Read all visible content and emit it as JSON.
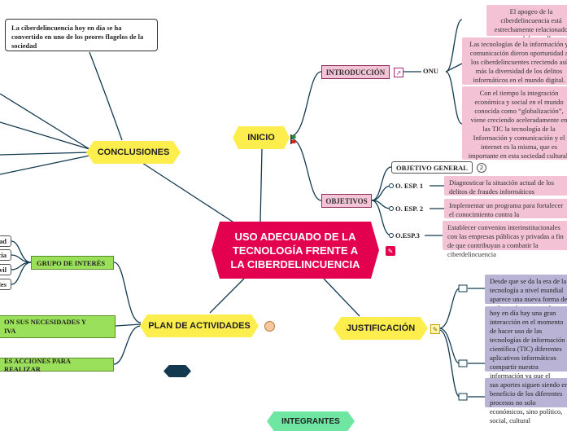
{
  "center": {
    "title": "USO ADECUADO DE LA TECNOLOGÍA FRENTE A LA CIBERDELINCUENCIA"
  },
  "inicio": {
    "title": "INICIO",
    "introduccion": {
      "label": "INTRODUCCIÓN",
      "onu": "ONU",
      "notes": [
        "El apogeo de la ciberdelincuencia está estrechamente relacionado con el desarrollo tecnológico informático",
        "Las tecnologías de la información y comunicación dieron oportunidad a los ciberdelincuentes creciendo así más la diversidad de los delitos informáticos en el mundo digital.",
        "Con el tiempo la integración económica y social en el mundo conocida como “globalización”, viene creciendo aceleradamente en las TIC la tecnología de la Información y comunicación y el internet es la misma, que es importante en esta sociedad cultural."
      ]
    },
    "objetivos": {
      "label": "OBJETIVOS",
      "general": "OBJETIVO GENERAL",
      "general_badge": "2",
      "items": [
        {
          "label": "O. ESP. 1",
          "text": "Diagnosticar la situación actual de los delitos de fraudes informáticos"
        },
        {
          "label": "O. ESP. 2",
          "text": "Implementar un programa para fortalecer el conocimiento contra la ciberdelincuencia"
        },
        {
          "label": "O.ESP.3",
          "text": "Establecer convenios interinstitucionales con las empresas públicas y privadas a fin de que contribuyan a combatir la ciberdelincuencia"
        }
      ]
    }
  },
  "justificacion": {
    "title": "JUSTIFICACIÓN",
    "notes": [
      "Desde que se da la era de la tecnología a nivel mundial aparece una nueva forma de y el mundo, como es la utilización",
      "hoy en día hay una gran interacción en el momento de hacer uso de las tecnologías de información científica (TIC) diferentes aplicativos   informáticos compartir nuestra información ya que el internet ha pasado a ser un elemento indispensable en la globalización",
      "sus aportes siguen siendo en beneficio de los diferentes procesos no solo económicos, sino político, social, cultural"
    ]
  },
  "conclusiones": {
    "title": "CONCLUSIONES",
    "note": "La ciberdelincuencia hoy en día se ha convertido en uno de los peores flagelos de la sociedad"
  },
  "plan": {
    "title": "PLAN DE ACTIVIDADES",
    "grupo": "GRUPO DE INTERÉS",
    "grupo_items": [
      "ad",
      "cia",
      "vil",
      "les"
    ],
    "necesidades": "ON SUS NECESIDADES Y\nIVA",
    "acciones": "ES ACCIONES PARA REALIZAR"
  },
  "integrantes": {
    "title": "INTEGRANTES"
  },
  "colors": {
    "center": "#e3004f",
    "main_topic": "#fdee4e",
    "integrantes": "#6fe6a2",
    "connector": "#12394f",
    "pink_note": "#f3c2d4",
    "lavender_note": "#b9b4d6",
    "green_box": "#9be05b"
  }
}
